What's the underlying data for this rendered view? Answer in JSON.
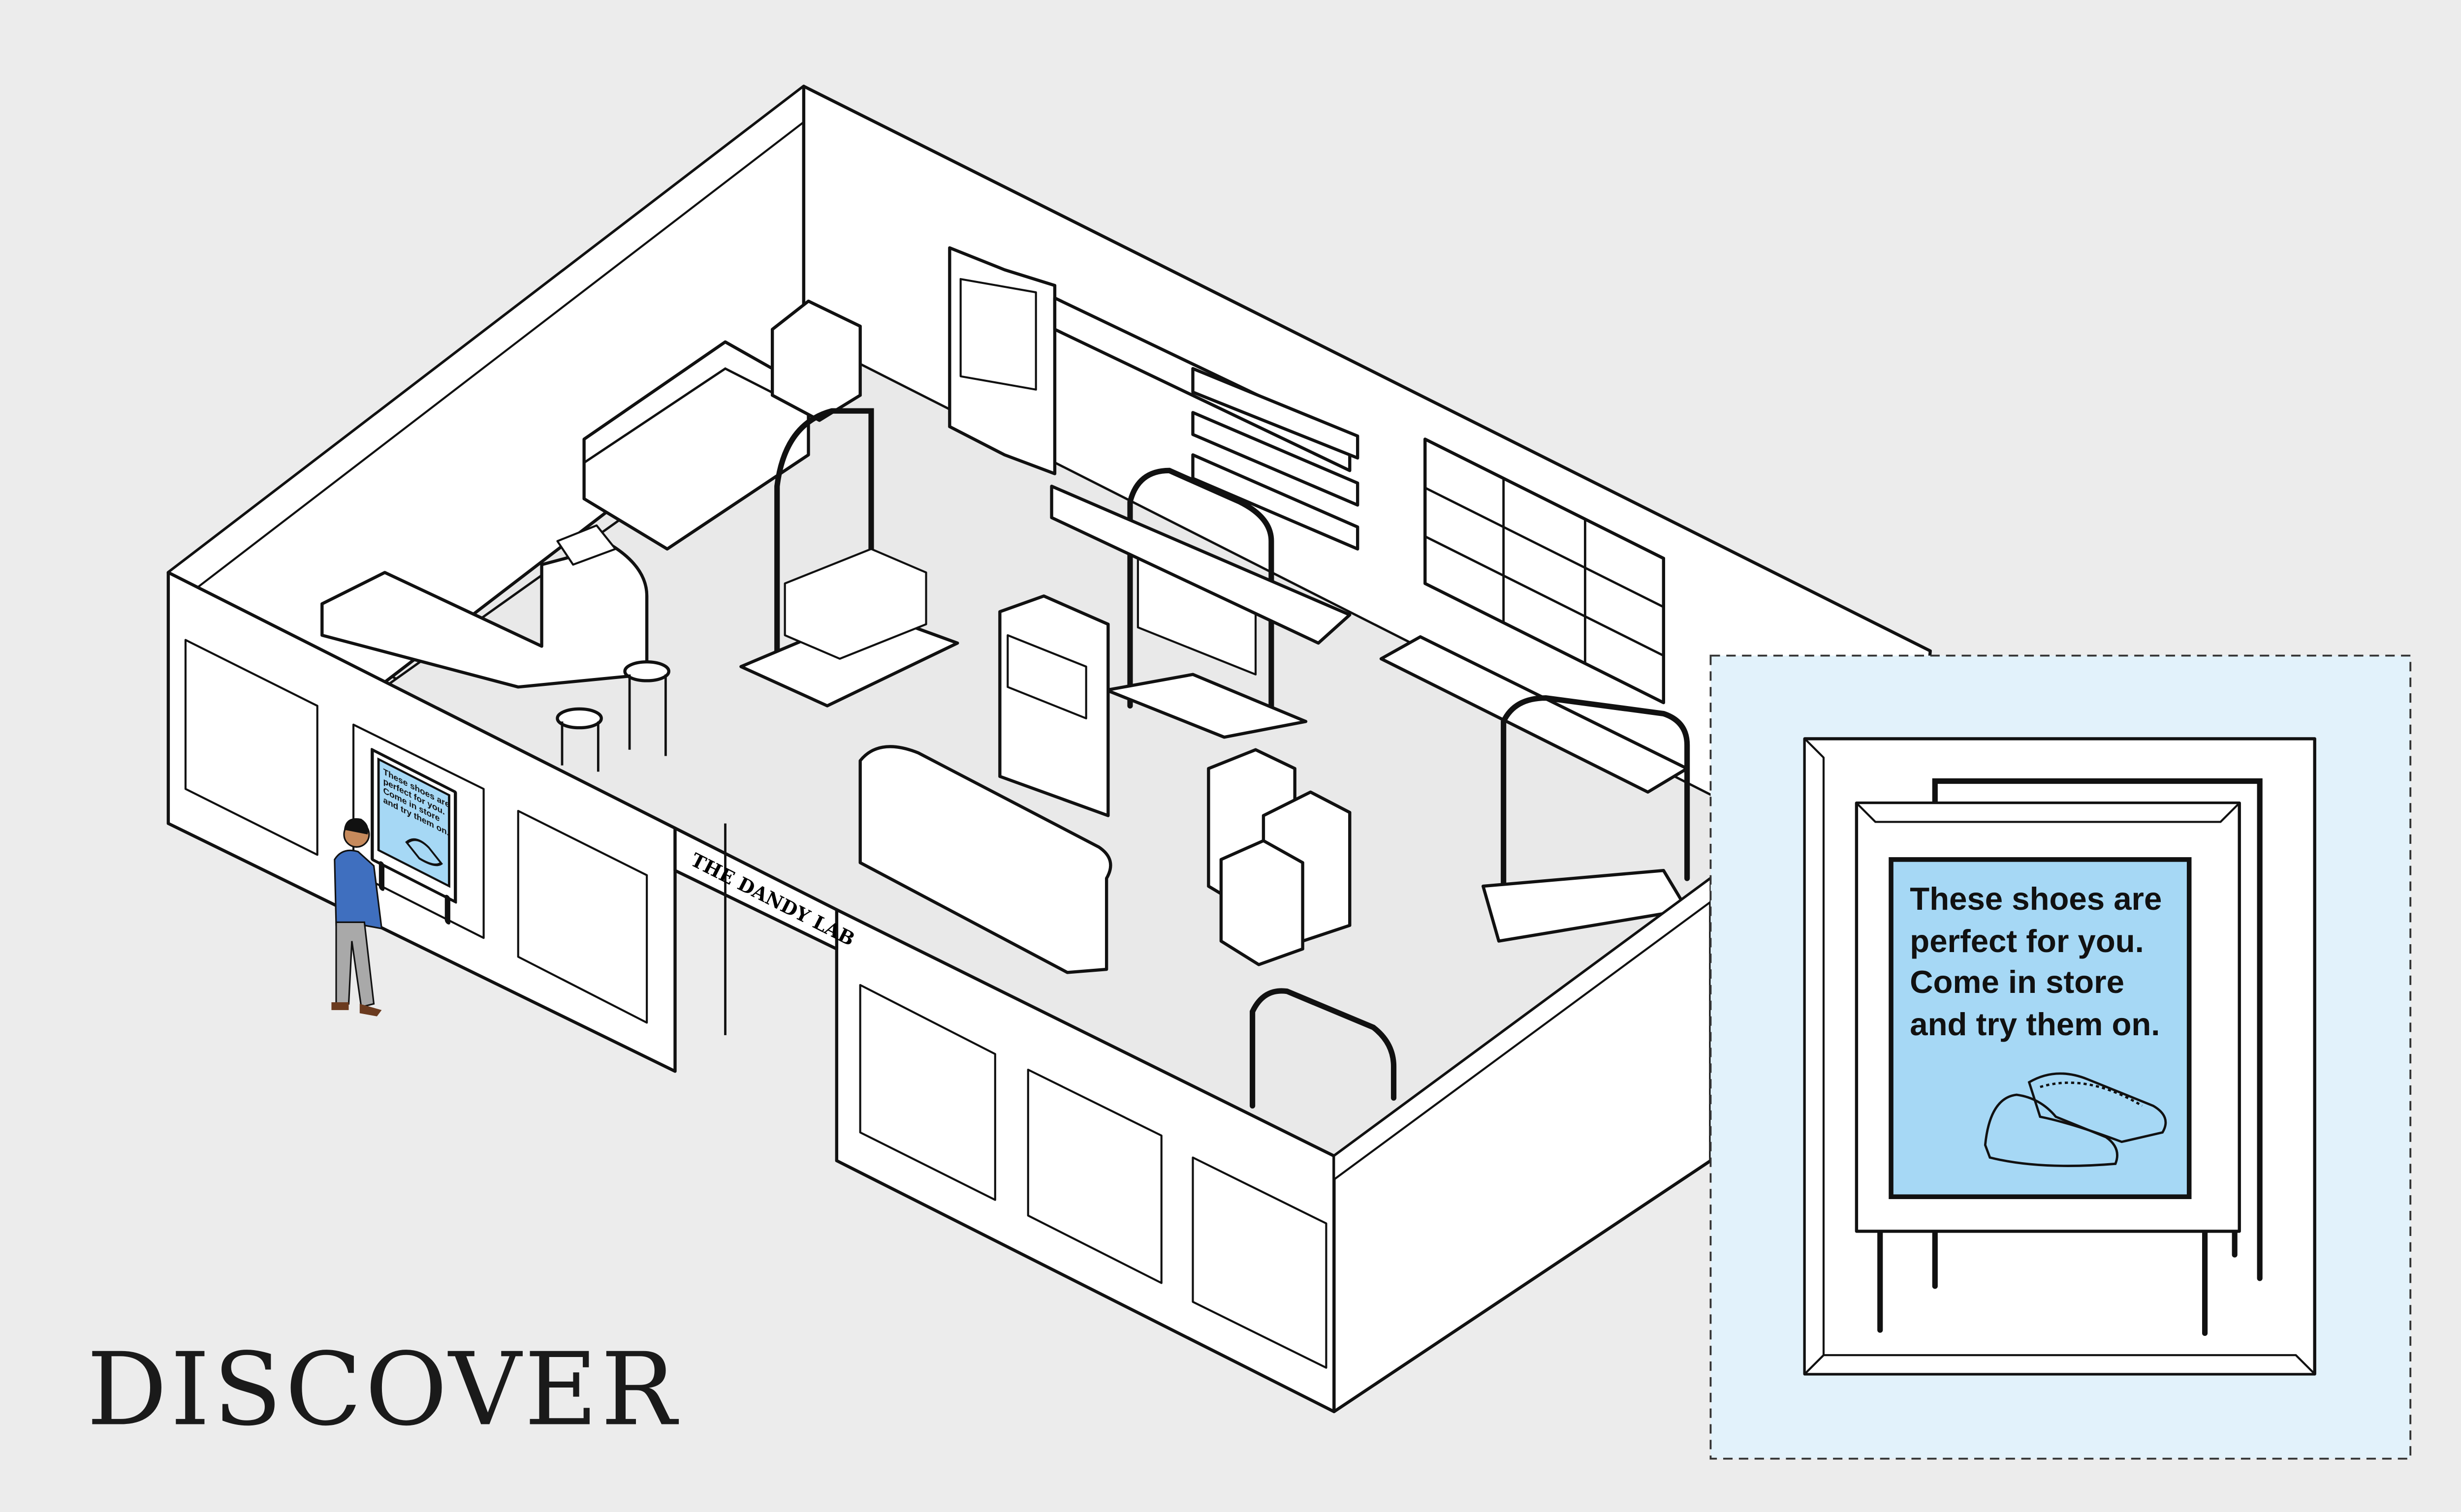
{
  "title": "DISCOVER",
  "store_sign": "THE DANDY LAB",
  "window_display": {
    "lines": [
      "These shoes are",
      "perfect for you.",
      "Come in store",
      "and try them on."
    ],
    "icon": "shoe-icon"
  },
  "callout": {
    "lines": [
      "These shoes are",
      "perfect for you.",
      "Come in store",
      "and try them on."
    ],
    "icon": "shoe-icon"
  },
  "colors": {
    "background": "#ececec",
    "screen": "#a6d8f5",
    "callout_bg": "#e2f2fb",
    "shirt": "#3f6fbf",
    "trousers": "#a9a9a9"
  }
}
